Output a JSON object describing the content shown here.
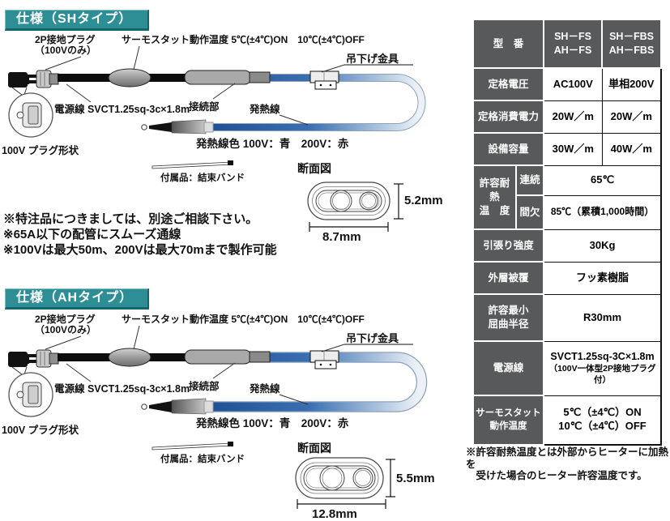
{
  "sections": [
    {
      "title": "仕様（SHタイプ）",
      "plug_label": "2P接地プラグ",
      "plug_label2": "（100Vのみ）",
      "thermostat_label": "サーモスタット動作温度 5℃(±4℃)ON　10℃(±4℃)OFF",
      "hanger_label": "吊下げ金具",
      "power_cord_label": "電源線 SVCT1.25sq-3c×1.8m",
      "connector_label": "接続部",
      "heater_wire_label": "発熱線",
      "wire_color_label": "発熱線色 100V：青　200V：赤",
      "plug_shape_label": "100V プラグ形状",
      "accessory_label": "付属品：結束バンド",
      "cross_section_label": "断面図",
      "cs_height": "5.2mm",
      "cs_width": "8.7mm"
    },
    {
      "title": "仕様（AHタイプ）",
      "plug_label": "2P接地プラグ",
      "plug_label2": "（100Vのみ）",
      "thermostat_label": "サーモスタット動作温度 5℃(±4℃)ON　10℃(±4℃)OFF",
      "hanger_label": "吊下げ金具",
      "power_cord_label": "電源線 SVCT1.25sq-3c×1.8m",
      "connector_label": "接続部",
      "heater_wire_label": "発熱線",
      "wire_color_label": "発熱線色 100V：青　200V：赤",
      "plug_shape_label": "100V プラグ形状",
      "accessory_label": "付属品：結束バンド",
      "cross_section_label": "断面図",
      "cs_height": "5.5mm",
      "cs_width": "12.8mm"
    }
  ],
  "notes": [
    "※特注品につきましては、別途ご相談下さい。",
    "※65A以下の配管にスムーズ通線",
    "※100Vは最大50m、200Vは最大70mまで製作可能"
  ],
  "spec_table": {
    "model_header": "型　番",
    "model_fs": "SH－FS\nAH－FS",
    "model_fbs": "SH－FBS\nAH－FBS",
    "voltage_label": "定格電圧",
    "voltage_fs": "AC100V",
    "voltage_fbs": "単相200V",
    "power_label": "定格消費電力",
    "power_fs": "20W／m",
    "power_fbs": "20W／m",
    "capacity_label": "設備容量",
    "capacity_fs": "30W／m",
    "capacity_fbs": "40W／m",
    "heat_label": "許容耐熱\n温　度",
    "heat_cont_label": "連続",
    "heat_cont_value": "65℃",
    "heat_int_label": "間欠",
    "heat_int_value": "85℃（累積1,000時間）",
    "tensile_label": "引張り強度",
    "tensile_value": "30Kg",
    "sheath_label": "外層被覆",
    "sheath_value": "フッ素樹脂",
    "bend_label": "許容最小\n屈曲半径",
    "bend_value": "R30mm",
    "cord_label": "電源線",
    "cord_value1": "SVCT1.25sq-3C×1.8m",
    "cord_value2": "（100V一体型2P接地プラグ付）",
    "thermo_label": "サーモスタット\n動作温度",
    "thermo_value": "5℃（±4℃）ON\n10℃（±4℃）OFF"
  },
  "footnote": "※許容耐熱温度とは外部からヒーターに加熱を\n　受けた場合のヒーター許容温度です。",
  "colors": {
    "accent_teal": "#2E8E96",
    "table_label_bg": "#58595B",
    "wire_blue_100v": "#1D4F92"
  }
}
